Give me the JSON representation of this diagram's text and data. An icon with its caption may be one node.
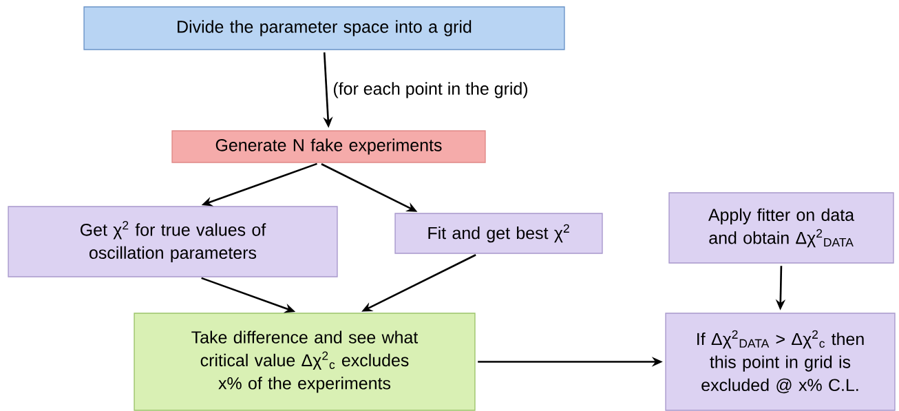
{
  "diagram": {
    "nodes": [
      {
        "text": [
          "Divide the parameter space into a grid"
        ]
      },
      {
        "text": [
          "Generate N fake experiments"
        ]
      },
      {
        "text": [
          "Get χ$^{2}$ for true values of oscillation parameters"
        ]
      },
      {
        "text": [
          "Fit and get best χ$^{2}$"
        ]
      },
      {
        "text": [
          "Take difference and see what critical value Δχ$^{2}$$_{c}$ excludes x% of the experiments"
        ]
      },
      {
        "text": [
          "Apply fitter on data and obtain Δχ$^{2}$$_{DATA}$"
        ]
      },
      {
        "text": [
          "If Δχ$^{2}$$_{DATA}$ > Δχ$^{2}$$_{c}$ then this point in grid is excluded @ x% C.L."
        ]
      }
    ],
    "edges": [
      {
        "from": 0,
        "to": 1,
        "arrow": "to",
        "label": "(for each point in the grid)"
      },
      {
        "from": 1,
        "to": 2,
        "arrow": "to"
      },
      {
        "from": 1,
        "to": 3,
        "arrow": "to"
      },
      {
        "from": 2,
        "to": 4,
        "arrow": "to"
      },
      {
        "from": 3,
        "to": 4,
        "arrow": "to"
      },
      {
        "from": 4,
        "to": 6,
        "arrow": "to"
      },
      {
        "from": 5,
        "to": 6,
        "arrow": "to"
      }
    ]
  }
}
